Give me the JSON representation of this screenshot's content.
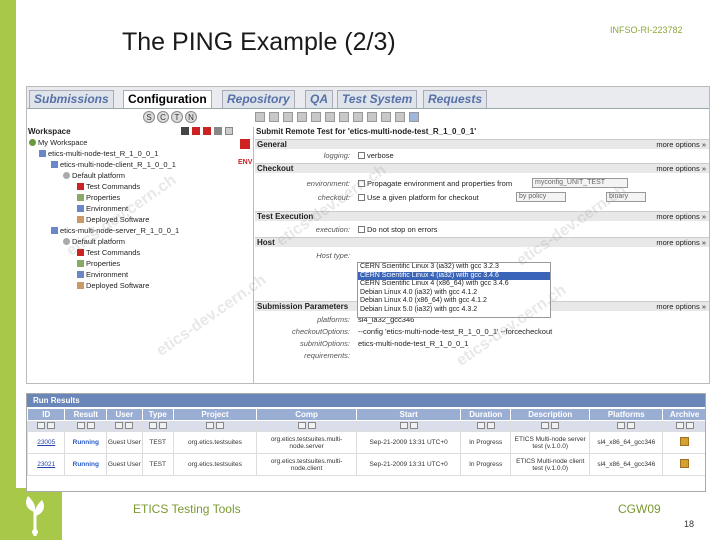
{
  "slide": {
    "title": "The PING Example (2/3)",
    "project_id": "INFSO-RI-223782",
    "footer_left": "ETICS Testing Tools",
    "footer_right": "CGW09",
    "page_number": "18",
    "accent_color": "#a8c84a"
  },
  "tabs": [
    {
      "label": "Submissions"
    },
    {
      "label": "Configuration"
    },
    {
      "label": "Repository"
    },
    {
      "label": "QA"
    },
    {
      "label": "Test System"
    },
    {
      "label": "Requests"
    }
  ],
  "toolbar": {
    "circle_buttons": [
      "S",
      "C",
      "T",
      "N"
    ]
  },
  "workspace": {
    "title": "Workspace",
    "tree": [
      {
        "label": "My Workspace",
        "level": 0
      },
      {
        "label": "etics-multi-node-test_R_1_0_0_1",
        "level": 1
      },
      {
        "label": "etics-multi-node-client_R_1_0_0_1",
        "level": 2
      },
      {
        "label": "Default platform",
        "level": 3
      },
      {
        "label": "Test Commands",
        "level": 4
      },
      {
        "label": "Properties",
        "level": 4
      },
      {
        "label": "Environment",
        "level": 4
      },
      {
        "label": "Deployed Software",
        "level": 4
      },
      {
        "label": "etics-multi-node-server_R_1_0_0_1",
        "level": 2
      },
      {
        "label": "Default platform",
        "level": 3
      },
      {
        "label": "Test Commands",
        "level": 4
      },
      {
        "label": "Properties",
        "level": 4
      },
      {
        "label": "Environment",
        "level": 4
      },
      {
        "label": "Deployed Software",
        "level": 4
      }
    ]
  },
  "panel": {
    "title": "Submit Remote Test for 'etics-multi-node-test_R_1_0_0_1'",
    "more_options": "more options »",
    "sections": {
      "general": "General",
      "checkout": "Checkout",
      "test_execution": "Test Execution",
      "host": "Host",
      "submission_parameters": "Submission Parameters"
    },
    "fields": {
      "logging_label": "logging:",
      "logging_value": "verbose",
      "environment_label": "environment:",
      "environment_value": "Propagate environment and properties from",
      "environment_dropdown": "myconfig_UNIT_TEST",
      "checkout_label": "checkout:",
      "checkout_value": "Use a given platform for checkout",
      "checkout_dropdown1": "by policy",
      "checkout_dropdown2": "binary",
      "execution_label": "execution:",
      "execution_value": "Do not stop on errors",
      "host_label": "Host type:",
      "platform_label": "platforms:",
      "platform_value": "sl4_ia32_gcc346",
      "checkout_options_label": "checkoutOptions:",
      "checkout_options_value": "--config 'etics-multi-node-test_R_1_0_0_1' --forcecheckout",
      "submit_options_label": "submitOptions:",
      "submit_options_value": "etics-multi-node-test_R_1_0_0_1",
      "requirements_label": "requirements:"
    },
    "host_list": [
      {
        "label": "CERN Scientific Linux 3 (ia32) with gcc 3.2.3",
        "selected": false
      },
      {
        "label": "CERN Scientific Linux 4 (ia32) with gcc 3.4.6",
        "selected": true
      },
      {
        "label": "CERN Scientific Linux 4 (x86_64) with gcc 3.4.6",
        "selected": false
      },
      {
        "label": "Debian Linux 4.0 (ia32) with gcc 4.1.2",
        "selected": false
      },
      {
        "label": "Debian Linux 4.0 (x86_64) with gcc 4.1.2",
        "selected": false
      },
      {
        "label": "Debian Linux 5.0 (ia32) with gcc 4.3.2",
        "selected": false
      }
    ]
  },
  "run_results": {
    "title": "Run Results",
    "columns": [
      "ID",
      "Result",
      "User",
      "Type",
      "Project",
      "Comp",
      "Start",
      "Duration",
      "Description",
      "Platforms",
      "Archive"
    ],
    "rows": [
      {
        "id": "23005",
        "result": "Running",
        "user": "Guest User",
        "type": "TEST",
        "project": "org.etics.testsuites",
        "comp": "org.etics.testsuites.multi-node.server",
        "start": "Sep-21-2009 13:31 UTC+0",
        "duration": "In Progress",
        "description": "ETICS Multi-node server test (v.1.0.0)",
        "platforms": "sl4_x86_64_gcc346"
      },
      {
        "id": "23021",
        "result": "Running",
        "user": "Guest User",
        "type": "TEST",
        "project": "org.etics.testsuites",
        "comp": "org.etics.testsuites.multi-node.client",
        "start": "Sep-21-2009 13:31 UTC+0",
        "duration": "In Progress",
        "description": "ETICS Multi-node client test (v.1.0.0)",
        "platforms": "sl4_x86_64_gcc346"
      }
    ]
  }
}
